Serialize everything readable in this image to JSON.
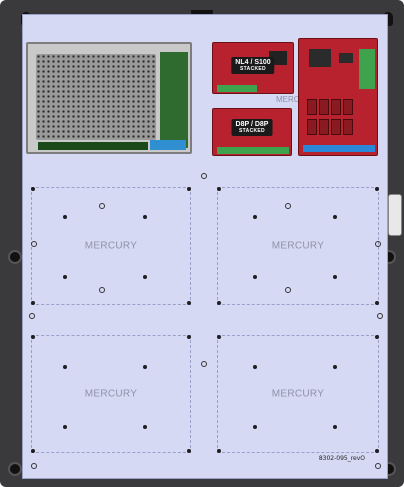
{
  "zones": {
    "z1": "MERCURY",
    "z2": "MERCURY",
    "z3": "MERCURY",
    "z4": "MERCURY",
    "z_top": "MERCURY"
  },
  "boards": {
    "nl4": {
      "title": "NL4 / S100",
      "subtitle": "STACKED"
    },
    "d8p": {
      "title": "D8P / D8P",
      "subtitle": "STACKED"
    }
  },
  "part_number": "8302-095_revO",
  "colors": {
    "enclosure": "#3a3a3c",
    "backplate": "#d6d9f3",
    "board_red": "#b8222e",
    "terminal_green": "#3fa34d",
    "terminal_blue": "#2a86d6"
  },
  "icons": [
    "keyhole-icon",
    "mounting-hole-icon"
  ]
}
